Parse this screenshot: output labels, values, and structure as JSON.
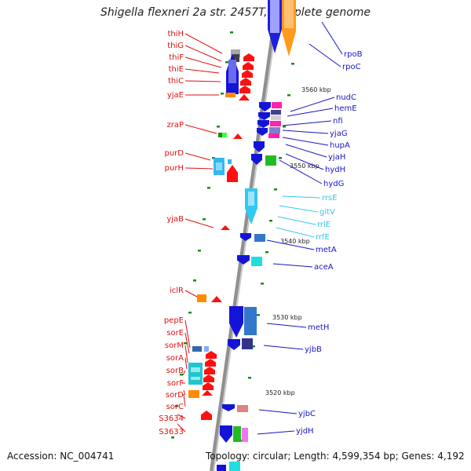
{
  "title": "Shigella flexneri 2a str. 2457T, complete genome",
  "accession": "Accession: NC_004741",
  "topology": "Topology: circular; Length: 4,599,354 bp; Genes: 4,192",
  "colors": {
    "left_label": "#e01010",
    "right_label": "#1515c8",
    "rna_label": "#33c8e8",
    "backbone": "#909090",
    "tick": "#1a8c1a"
  },
  "left_labels": [
    "thiH",
    "thiG",
    "thiF",
    "thiE",
    "thiC",
    "yjaE",
    "zraP",
    "purD",
    "purH",
    "yjaB",
    "iclR",
    "pepE",
    "sorE",
    "sorM",
    "sorA",
    "sorB",
    "sorF",
    "sorD",
    "sorC",
    "S3634",
    "S3633"
  ],
  "right_labels": [
    "rpoB",
    "rpoC",
    "nudC",
    "hemE",
    "nfi",
    "yjaG",
    "hupA",
    "yjaH",
    "hydH",
    "hydG",
    "rrsE",
    "gltV",
    "rrlE",
    "rrfE",
    "metA",
    "aceA",
    "metH",
    "yjbB",
    "yjbC",
    "yjdH"
  ],
  "kbp_labels": [
    "3560 kbp",
    "3550 kbp",
    "3540 kbp",
    "3530 kbp",
    "3520 kbp"
  ]
}
